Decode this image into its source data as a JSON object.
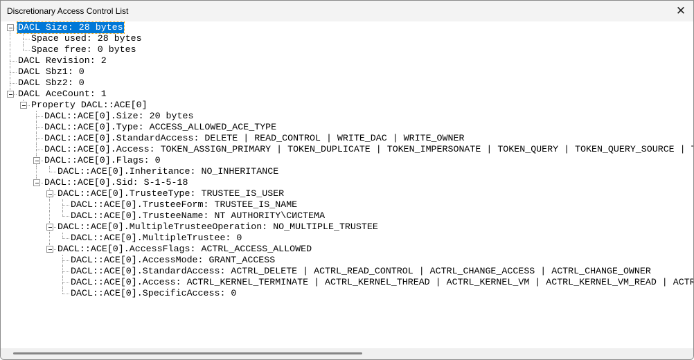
{
  "window": {
    "title": "Discretionary Access Control List",
    "close_icon": "close-icon"
  },
  "colors": {
    "selection": "#0078d7"
  },
  "tree": [
    {
      "level": 0,
      "text": "DACL Size: 28 bytes",
      "expanded": true,
      "selected": true
    },
    {
      "level": 1,
      "text": "Space used: 28 bytes"
    },
    {
      "level": 1,
      "text": "Space free: 0 bytes"
    },
    {
      "level": 0,
      "text": "DACL Revision: 2"
    },
    {
      "level": 0,
      "text": "DACL Sbz1: 0"
    },
    {
      "level": 0,
      "text": "DACL Sbz2: 0"
    },
    {
      "level": 0,
      "text": "DACL AceCount: 1",
      "expanded": true
    },
    {
      "level": 1,
      "text": "Property DACL::ACE[0]",
      "expanded": true
    },
    {
      "level": 2,
      "text": "DACL::ACE[0].Size: 20 bytes"
    },
    {
      "level": 2,
      "text": "DACL::ACE[0].Type: ACCESS_ALLOWED_ACE_TYPE"
    },
    {
      "level": 2,
      "text": "DACL::ACE[0].StandardAccess: DELETE | READ_CONTROL | WRITE_DAC | WRITE_OWNER"
    },
    {
      "level": 2,
      "text": "DACL::ACE[0].Access: TOKEN_ASSIGN_PRIMARY | TOKEN_DUPLICATE | TOKEN_IMPERSONATE | TOKEN_QUERY | TOKEN_QUERY_SOURCE | T"
    },
    {
      "level": 2,
      "text": "DACL::ACE[0].Flags: 0",
      "expanded": true
    },
    {
      "level": 3,
      "text": "DACL::ACE[0].Inheritance: NO_INHERITANCE"
    },
    {
      "level": 2,
      "text": "DACL::ACE[0].Sid: S-1-5-18",
      "expanded": true
    },
    {
      "level": 3,
      "text": "DACL::ACE[0].TrusteeType: TRUSTEE_IS_USER",
      "expanded": true
    },
    {
      "level": 4,
      "text": "DACL::ACE[0].TrusteeForm: TRUSTEE_IS_NAME"
    },
    {
      "level": 4,
      "text": "DACL::ACE[0].TrusteeName: NT AUTHORITY\\СИСТЕМА"
    },
    {
      "level": 3,
      "text": "DACL::ACE[0].MultipleTrusteeOperation: NO_MULTIPLE_TRUSTEE",
      "expanded": true
    },
    {
      "level": 4,
      "text": "DACL::ACE[0].MultipleTrustee: 0"
    },
    {
      "level": 3,
      "text": "DACL::ACE[0].AccessFlags: ACTRL_ACCESS_ALLOWED",
      "expanded": true
    },
    {
      "level": 4,
      "text": "DACL::ACE[0].AccessMode: GRANT_ACCESS"
    },
    {
      "level": 4,
      "text": "DACL::ACE[0].StandardAccess: ACTRL_DELETE | ACTRL_READ_CONTROL | ACTRL_CHANGE_ACCESS | ACTRL_CHANGE_OWNER"
    },
    {
      "level": 4,
      "text": "DACL::ACE[0].Access: ACTRL_KERNEL_TERMINATE | ACTRL_KERNEL_THREAD | ACTRL_KERNEL_VM | ACTRL_KERNEL_VM_READ | ACTR"
    },
    {
      "level": 4,
      "text": "DACL::ACE[0].SpecificAccess: 0"
    }
  ]
}
